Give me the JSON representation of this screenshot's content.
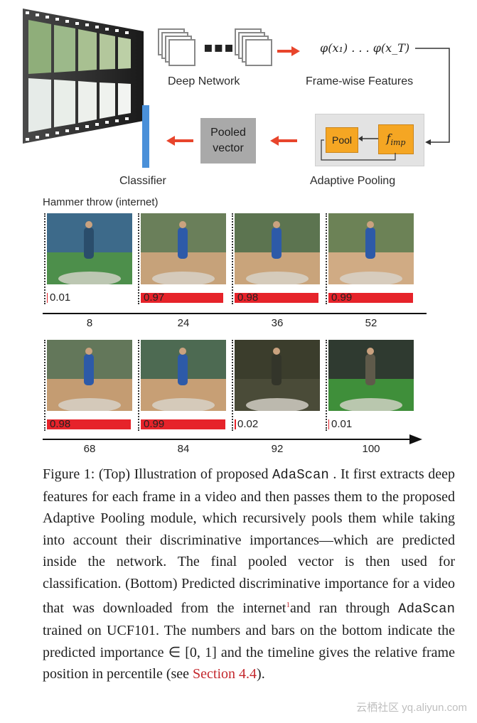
{
  "diagram": {
    "deep_network_label": "Deep Network",
    "features_math": "φ(x₁) . . . φ(x_T)",
    "frame_features_label": "Frame-wise Features",
    "pool_label": "Pool",
    "fimp_label": "f",
    "fimp_sub": "imp",
    "adaptive_pooling_label": "Adaptive Pooling",
    "pooled_vector_line1": "Pooled",
    "pooled_vector_line2": "vector",
    "classifier_label": "Classifier",
    "ellipsis": "▪▪▪"
  },
  "frames": {
    "title": "Hammer throw (internet)",
    "row1": [
      {
        "score": "0.01",
        "importance": 0.01,
        "position": "8"
      },
      {
        "score": "0.97",
        "importance": 0.97,
        "position": "24"
      },
      {
        "score": "0.98",
        "importance": 0.98,
        "position": "36"
      },
      {
        "score": "0.99",
        "importance": 0.99,
        "position": "52"
      }
    ],
    "row2": [
      {
        "score": "0.98",
        "importance": 0.98,
        "position": "68"
      },
      {
        "score": "0.99",
        "importance": 0.99,
        "position": "84"
      },
      {
        "score": "0.02",
        "importance": 0.02,
        "position": "92"
      },
      {
        "score": "0.01",
        "importance": 0.01,
        "position": "100"
      }
    ]
  },
  "caption": {
    "p1": "Figure 1: (Top) Illustration of proposed ",
    "method": "AdaScan",
    "p2": " . It first extracts deep features for each frame in a video and then passes them to the proposed Adaptive Pooling module, which recursively pools them while taking into account their discriminative importances—which are predicted inside the network. The final pooled vector is then used for classification. (Bottom) Predicted discriminative importance for a video that was downloaded from the internet",
    "footnote": "1",
    "p3": "and ran through ",
    "method2": "AdaScan",
    "p4": " trained on UCF101. The numbers and bars on the bottom indicate the predicted importance ∈ [0, 1] and the timeline gives the relative frame position in percentile (see ",
    "ref": "Section 4.4",
    "p5": ")."
  },
  "watermark": "云栖社区 yq.aliyun.com",
  "colors": {
    "arrow": "#e8452c",
    "bar": "#e6232a",
    "classifier": "#4a90d9",
    "pool": "#f5a623"
  }
}
